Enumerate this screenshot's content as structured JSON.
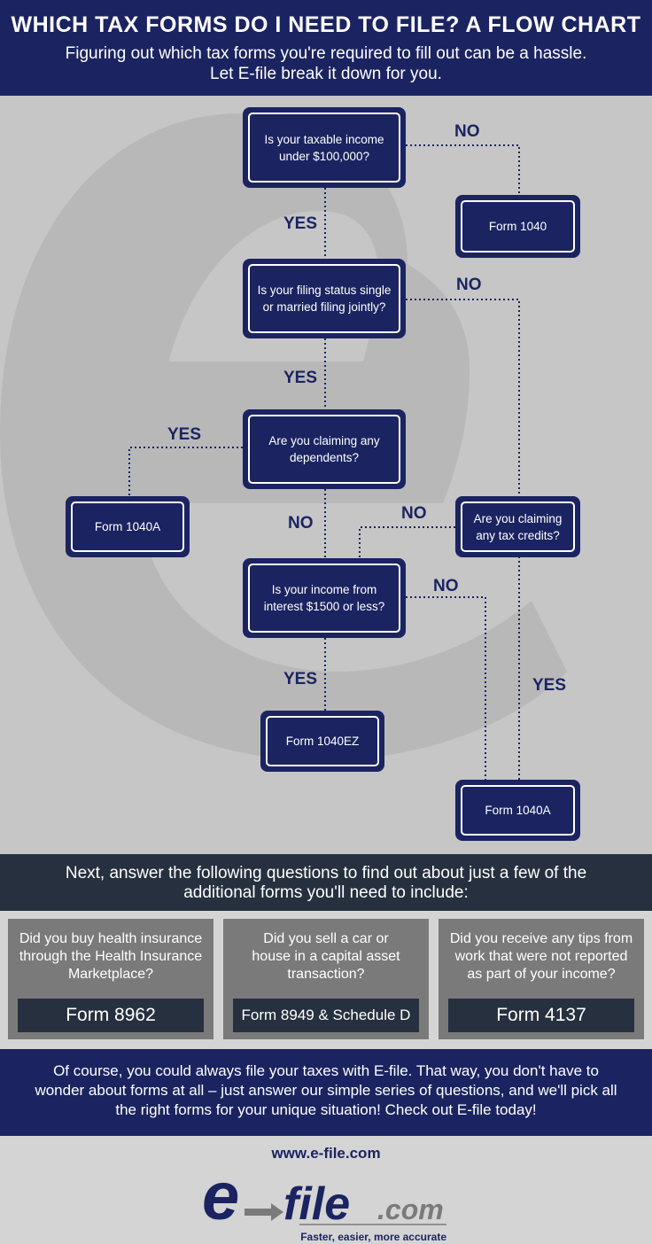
{
  "header": {
    "title": "WHICH TAX FORMS DO I NEED TO FILE? A FLOW CHART",
    "subtitle_line1": "Figuring out which tax forms you're required to fill out can be a hassle.",
    "subtitle_line2": "Let E-file break it down for you."
  },
  "flow": {
    "q_income": "Is your taxable income under $100,000?",
    "q_filing_status": "Is your filing status single or married filing jointly?",
    "q_dependents": "Are you claiming any dependents?",
    "q_interest": "Is your income from interest $1500 or less?",
    "q_tax_credits": "Are you claiming any tax credits?",
    "form_1040": "Form 1040",
    "form_1040a_left": "Form 1040A",
    "form_1040ez": "Form 1040EZ",
    "form_1040a_bottom": "Form 1040A",
    "labels": {
      "no_income": "NO",
      "yes_income": "YES",
      "no_filing": "NO",
      "yes_filing": "YES",
      "yes_dependents": "YES",
      "no_dependents": "NO",
      "no_credits": "NO",
      "no_interest": "NO",
      "yes_interest": "YES",
      "yes_credits": "YES"
    }
  },
  "next": {
    "line1": "Next, answer the following questions to find out about just a few of the",
    "line2": "additional forms you'll need to include:"
  },
  "cards": [
    {
      "question": "Did you buy health insurance through the Health Insurance Marketplace?",
      "form": "Form 8962"
    },
    {
      "question": "Did you sell a car or house in a capital asset transaction?",
      "form": "Form 8949 & Schedule D"
    },
    {
      "question": "Did you receive any tips from work that were not reported as part of your income?",
      "form": "Form 4137"
    }
  ],
  "outro": {
    "text": "Of course, you could always file your taxes with E-file. That way, you don't have to wonder about forms at all – just answer our simple series of questions, and we'll pick all the right forms for your unique situation! Check out E-file today!"
  },
  "footer": {
    "url": "www.e-file.com",
    "logo_e": "e",
    "logo_file": "file",
    "logo_com": ".com",
    "tagline": "Faster, easier, more accurate"
  },
  "colors": {
    "navy": "#1b2461",
    "slate": "#26303f",
    "card_gray": "#7a7a7a",
    "light_gray": "#d4d4d4"
  }
}
